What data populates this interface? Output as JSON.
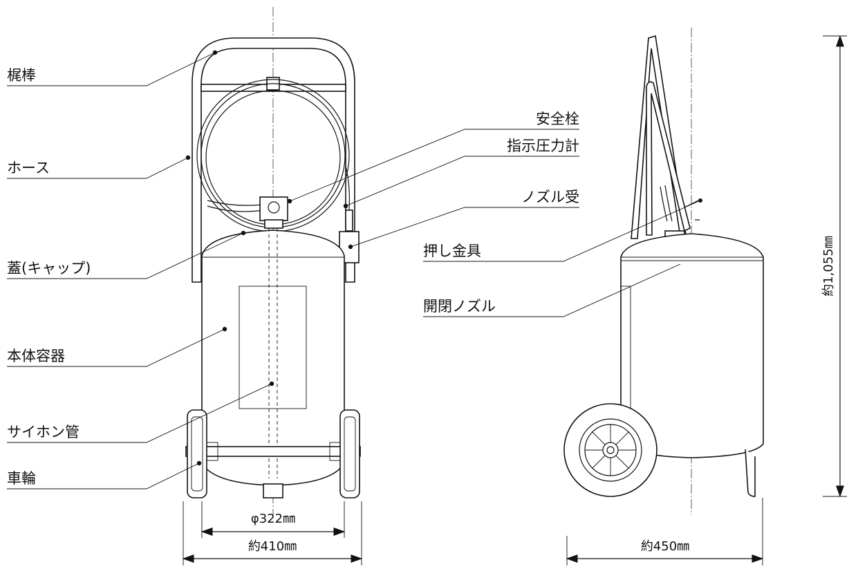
{
  "labels": {
    "handle": "梶棒",
    "hose": "ホース",
    "cap": "蓋(キャップ)",
    "body": "本体容器",
    "siphon": "サイホン管",
    "wheel": "車輪",
    "safety_pin": "安全栓",
    "pressure_gauge": "指示圧力計",
    "nozzle_holder": "ノズル受",
    "push_fitting": "押し金具",
    "open_close_nozzle": "開閉ノズル"
  },
  "dimensions": {
    "body_diameter": "φ322㎜",
    "front_width": "約410㎜",
    "side_width": "約450㎜",
    "height": "約1,055㎜"
  }
}
